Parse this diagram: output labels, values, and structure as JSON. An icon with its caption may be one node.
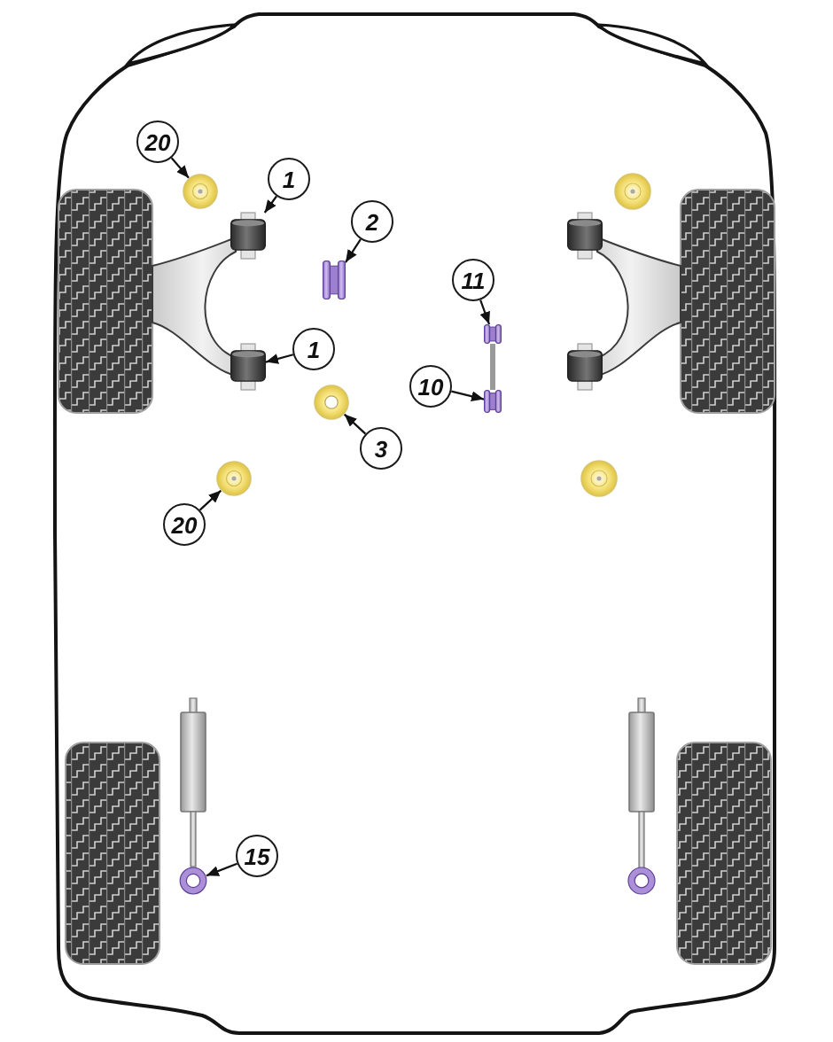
{
  "diagram": {
    "nodes": [
      {
        "text": [
          "20"
        ]
      },
      {
        "text": [
          "1"
        ]
      },
      {
        "text": [
          "2"
        ]
      },
      {
        "text": [
          "11"
        ]
      },
      {
        "text": [
          "1"
        ]
      },
      {
        "text": [
          "3"
        ]
      },
      {
        "text": [
          "10"
        ]
      },
      {
        "text": [
          "20"
        ]
      },
      {
        "text": [
          "15"
        ]
      },
      {
        "text": [],
        "shape": "circle"
      },
      {
        "text": [],
        "shape": "picture"
      },
      {
        "text": [],
        "shape": "picture"
      },
      {
        "text": [],
        "shape": "picture"
      },
      {
        "text": [],
        "shape": "picture"
      },
      {
        "text": [],
        "shape": "circle"
      },
      {
        "text": [],
        "shape": "picture"
      },
      {
        "text": [],
        "shape": "circle"
      },
      {
        "text": [],
        "shape": "circle"
      }
    ],
    "edges": [
      {
        "from": 0,
        "to": 9,
        "arrow": "to"
      },
      {
        "from": 1,
        "to": 10,
        "arrow": "to"
      },
      {
        "from": 2,
        "to": 11,
        "arrow": "to"
      },
      {
        "from": 3,
        "to": 12,
        "arrow": "to"
      },
      {
        "from": 4,
        "to": 13,
        "arrow": "to"
      },
      {
        "from": 5,
        "to": 14,
        "arrow": "to"
      },
      {
        "from": 6,
        "to": 15,
        "arrow": "to"
      },
      {
        "from": 7,
        "to": 16,
        "arrow": "to"
      },
      {
        "from": 8,
        "to": 17,
        "arrow": "to"
      },
      {
        "from": 12,
        "to": 15,
        "arrow": "none",
        "style": "thick",
        "color": "#9a9a9a"
      }
    ]
  }
}
